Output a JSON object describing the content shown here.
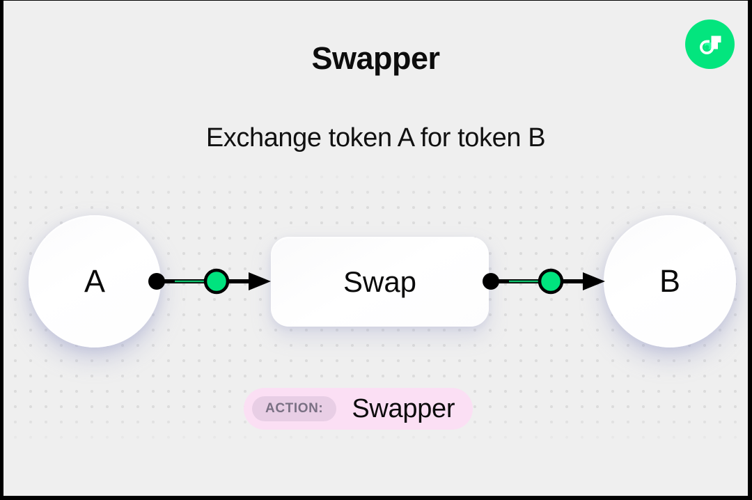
{
  "frame": {
    "border_color": "#000000",
    "canvas_bg": "#efefef",
    "dot_color": "#dcdcdc"
  },
  "header": {
    "title": "Swapper",
    "subtitle": "Exchange token A for token B"
  },
  "brand": {
    "name": "flow-logo-icon",
    "circle_color": "#03e57e",
    "mark_color": "#ffffff"
  },
  "diagram": {
    "type": "flow",
    "accent_color": "#00e37e",
    "stroke_color": "#000000",
    "nodes": [
      {
        "id": "a",
        "label": "A",
        "shape": "circle"
      },
      {
        "id": "swap",
        "label": "Swap",
        "shape": "rounded-rect"
      },
      {
        "id": "b",
        "label": "B",
        "shape": "circle"
      }
    ],
    "edges": [
      {
        "from": "a",
        "to": "swap",
        "handle": "green-dot",
        "arrow": true
      },
      {
        "from": "swap",
        "to": "b",
        "handle": "green-dot",
        "arrow": true
      }
    ]
  },
  "action_badge": {
    "key": "ACTION:",
    "value": "Swapper",
    "pill_color": "#fbdff4",
    "chip_color": "#e8cee5",
    "chip_text_color": "#797083"
  }
}
